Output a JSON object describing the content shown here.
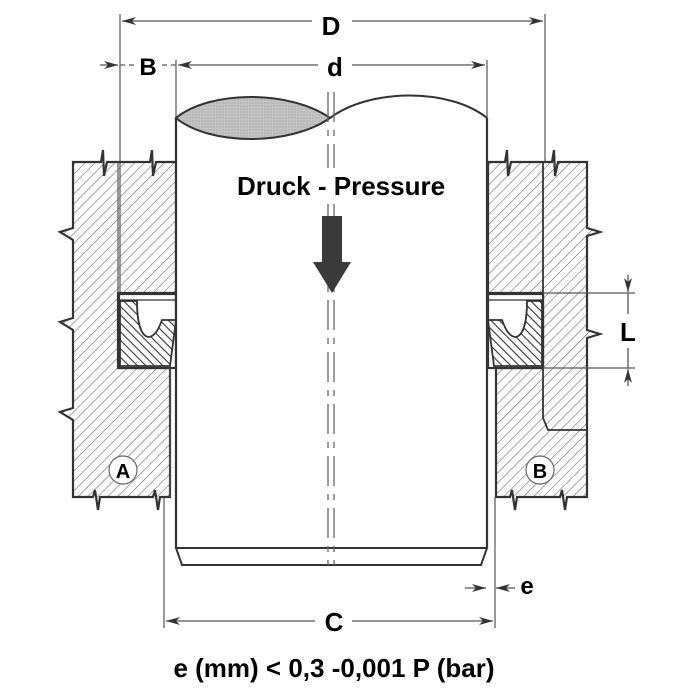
{
  "labels": {
    "D": "D",
    "B": "B",
    "d": "d",
    "L": "L",
    "C": "C",
    "e": "e",
    "pressure": "Druck - Pressure",
    "formula": "e (mm) < 0,3 -0,001 P (bar)",
    "housing_a": "A",
    "housing_b": "B"
  },
  "colors": {
    "line": "#333333",
    "dimension": "#555555",
    "piston_shade": "#b8b8b8",
    "arrow": "#3a3a3a",
    "seal_hatch": "#333333",
    "housing_hatch": "#6a6a6a"
  },
  "icons": {
    "pressure_arrow": "arrow-down-icon"
  }
}
